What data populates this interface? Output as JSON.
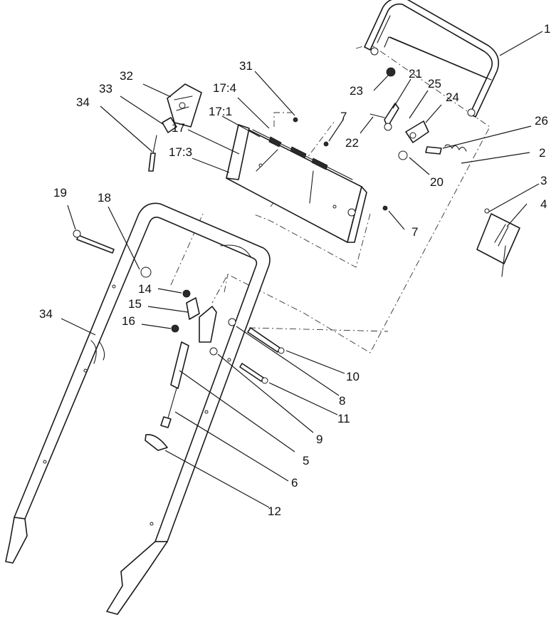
{
  "callouts": [
    {
      "id": "c1",
      "text": "1"
    },
    {
      "id": "c2",
      "text": "2"
    },
    {
      "id": "c3",
      "text": "3"
    },
    {
      "id": "c4",
      "text": "4"
    },
    {
      "id": "c5",
      "text": "5"
    },
    {
      "id": "c6",
      "text": "6"
    },
    {
      "id": "c7a",
      "text": "7"
    },
    {
      "id": "c7b",
      "text": "7"
    },
    {
      "id": "c8",
      "text": "8"
    },
    {
      "id": "c9",
      "text": "9"
    },
    {
      "id": "c10",
      "text": "10"
    },
    {
      "id": "c11",
      "text": "11"
    },
    {
      "id": "c12",
      "text": "12"
    },
    {
      "id": "c14",
      "text": "14"
    },
    {
      "id": "c15",
      "text": "15"
    },
    {
      "id": "c16",
      "text": "16"
    },
    {
      "id": "c17",
      "text": "17"
    },
    {
      "id": "c17_1",
      "text": "17:1"
    },
    {
      "id": "c17_3",
      "text": "17:3"
    },
    {
      "id": "c17_4",
      "text": "17:4"
    },
    {
      "id": "c18",
      "text": "18"
    },
    {
      "id": "c19",
      "text": "19"
    },
    {
      "id": "c20",
      "text": "20"
    },
    {
      "id": "c21",
      "text": "21"
    },
    {
      "id": "c22",
      "text": "22"
    },
    {
      "id": "c23",
      "text": "23"
    },
    {
      "id": "c24",
      "text": "24"
    },
    {
      "id": "c25",
      "text": "25"
    },
    {
      "id": "c26",
      "text": "26"
    },
    {
      "id": "c31",
      "text": "31"
    },
    {
      "id": "c32",
      "text": "32"
    },
    {
      "id": "c33",
      "text": "33"
    },
    {
      "id": "c34a",
      "text": "34"
    },
    {
      "id": "c34b",
      "text": "34"
    }
  ]
}
